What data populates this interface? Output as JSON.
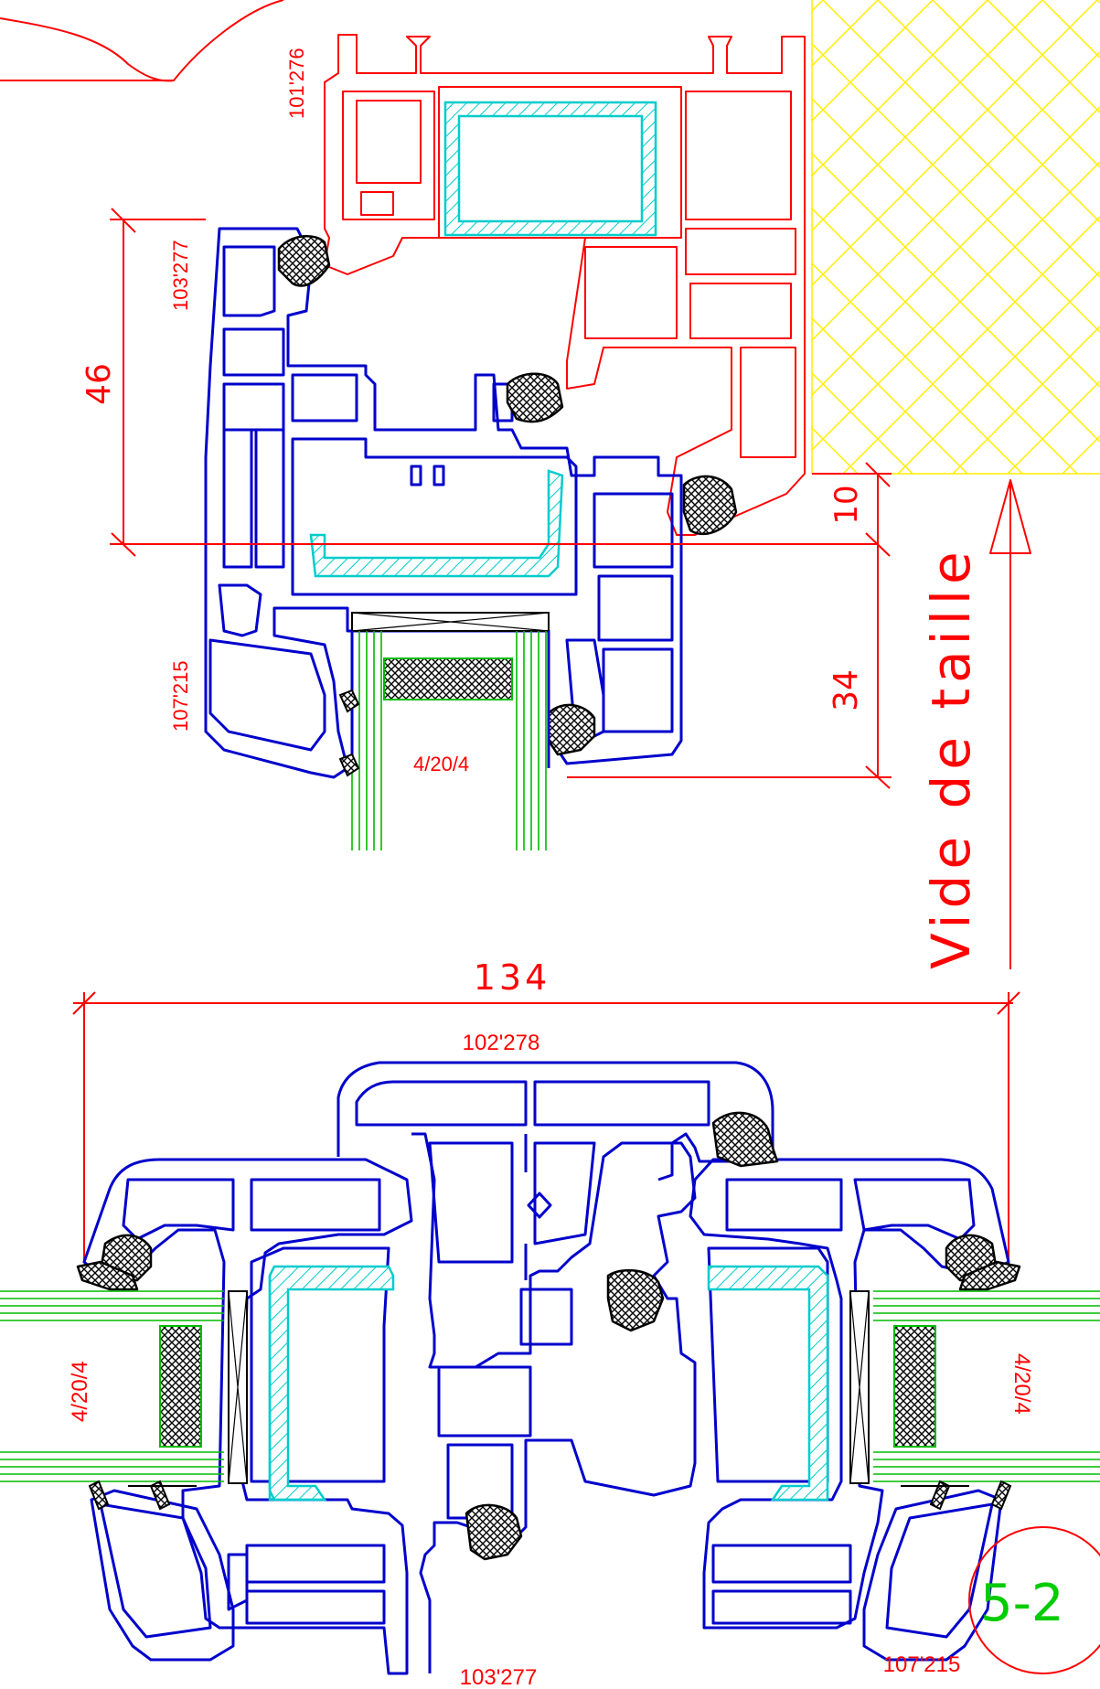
{
  "labels": {
    "top_frame_ref": "101'276",
    "left_frame_ref": "103'277",
    "left_bead_ref": "107'215",
    "top_glazing": "4/20/4",
    "mullion_ref": "102'278",
    "left_glazing": "4/20/4",
    "right_glazing": "4/20/4",
    "bottom_ref": "103'277",
    "bottom_bead_ref": "107'215",
    "vide": "Vide de taille",
    "tag": "5-2"
  },
  "dimensions": {
    "d46": "46",
    "d10": "10",
    "d34": "34",
    "d134": "134"
  },
  "colors": {
    "frame": "#ff0000",
    "profile": "#0000cc",
    "reinforcement": "#00cccc",
    "glass": "#00bb00",
    "masonry": "#ffee00",
    "gasket": "#000000"
  }
}
